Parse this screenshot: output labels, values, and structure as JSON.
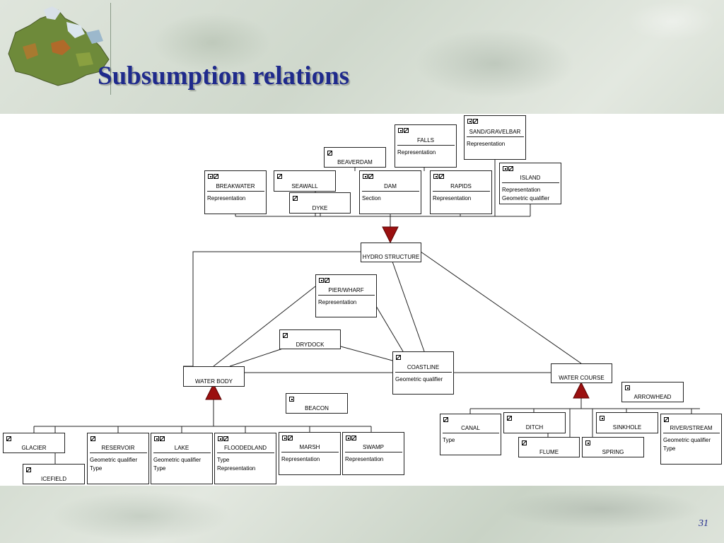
{
  "title": "Subsumption relations",
  "page_number": "31",
  "nodes": {
    "breakwater": {
      "name": "BREAKWATER",
      "attrs": [
        "Representation"
      ],
      "icons": [
        "point-icon",
        "line-icon"
      ]
    },
    "seawall": {
      "name": "SEAWALL",
      "attrs": [],
      "icons": [
        "line-icon"
      ]
    },
    "dyke": {
      "name": "DYKE",
      "attrs": [],
      "icons": [
        "line-icon"
      ]
    },
    "beaverdam": {
      "name": "BEAVERDAM",
      "attrs": [],
      "icons": [
        "line-icon"
      ]
    },
    "dam": {
      "name": "DAM",
      "attrs": [
        "Section"
      ],
      "icons": [
        "point-icon",
        "line-icon"
      ]
    },
    "falls": {
      "name": "FALLS",
      "attrs": [
        "Representation"
      ],
      "icons": [
        "point-icon",
        "line-icon"
      ]
    },
    "rapids": {
      "name": "RAPIDS",
      "attrs": [
        "Representation"
      ],
      "icons": [
        "point-icon",
        "line-icon"
      ]
    },
    "sandgravelbar": {
      "name": "SAND/GRAVELBAR",
      "attrs": [
        "Representation"
      ],
      "icons": [
        "point-icon",
        "line-icon"
      ]
    },
    "island": {
      "name": "ISLAND",
      "attrs": [
        "Representation",
        "Geometric qualifier"
      ],
      "icons": [
        "point-icon",
        "line-icon"
      ]
    },
    "hydro": {
      "name": "HYDRO STRUCTURE",
      "attrs": [],
      "icons": []
    },
    "pierwharf": {
      "name": "PIER/WHARF",
      "attrs": [
        "Representation"
      ],
      "icons": [
        "point-icon",
        "line-icon"
      ]
    },
    "drydock": {
      "name": "DRYDOCK",
      "attrs": [],
      "icons": [
        "line-icon"
      ]
    },
    "coastline": {
      "name": "COASTLINE",
      "attrs": [
        "Geometric qualifier"
      ],
      "icons": [
        "line-icon"
      ]
    },
    "waterbody": {
      "name": "WATER BODY",
      "attrs": [],
      "icons": []
    },
    "watercourse": {
      "name": "WATER COURSE",
      "attrs": [],
      "icons": []
    },
    "beacon": {
      "name": "BEACON",
      "attrs": [],
      "icons": [
        "point-icon"
      ]
    },
    "arrowhead": {
      "name": "ARROWHEAD",
      "attrs": [],
      "icons": [
        "point-icon"
      ]
    },
    "glacier": {
      "name": "GLACIER",
      "attrs": [],
      "icons": [
        "line-icon"
      ]
    },
    "icefield": {
      "name": "ICEFIELD",
      "attrs": [],
      "icons": [
        "line-icon"
      ]
    },
    "reservoir": {
      "name": "RESERVOIR",
      "attrs": [
        "Geometric qualifier",
        "Type"
      ],
      "icons": [
        "line-icon"
      ]
    },
    "lake": {
      "name": "LAKE",
      "attrs": [
        "Geometric qualifier",
        "Type"
      ],
      "icons": [
        "point-icon",
        "line-icon"
      ]
    },
    "floodedland": {
      "name": "FLOODEDLAND",
      "attrs": [
        "Type",
        "Representation"
      ],
      "icons": [
        "point-icon",
        "line-icon"
      ]
    },
    "marsh": {
      "name": "MARSH",
      "attrs": [
        "Representation"
      ],
      "icons": [
        "point-icon",
        "line-icon"
      ]
    },
    "swamp": {
      "name": "SWAMP",
      "attrs": [
        "Representation"
      ],
      "icons": [
        "point-icon",
        "line-icon"
      ]
    },
    "canal": {
      "name": "CANAL",
      "attrs": [
        "Type"
      ],
      "icons": [
        "line-icon"
      ]
    },
    "ditch": {
      "name": "DITCH",
      "attrs": [],
      "icons": [
        "line-icon"
      ]
    },
    "flume": {
      "name": "FLUME",
      "attrs": [],
      "icons": [
        "line-icon"
      ]
    },
    "sinkhole": {
      "name": "SINKHOLE",
      "attrs": [],
      "icons": [
        "point-icon"
      ]
    },
    "spring": {
      "name": "SPRING",
      "attrs": [],
      "icons": [
        "point-icon"
      ]
    },
    "riverstream": {
      "name": "RIVER/STREAM",
      "attrs": [
        "Geometric qualifier",
        "Type"
      ],
      "icons": [
        "line-icon"
      ]
    }
  },
  "colors": {
    "title": "#1f2a8c",
    "arrow": "#9b1010",
    "line": "#222222"
  }
}
